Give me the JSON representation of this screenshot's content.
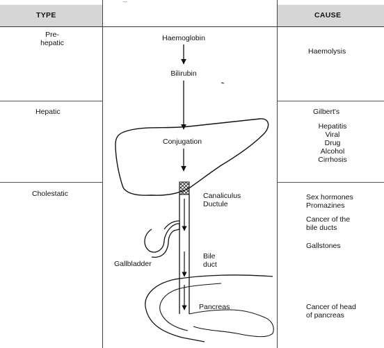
{
  "header": {
    "type_label": "TYPE",
    "cause_label": "CAUSE",
    "top_mark": "..."
  },
  "rows": [
    {
      "type": "Pre-\nhepatic",
      "causes": [
        "Haemolysis"
      ]
    },
    {
      "type": "Hepatic",
      "causes": [
        "Gilbert's",
        "Hepatitis\nViral\nDrug\nAlcohol\nCirrhosis"
      ]
    },
    {
      "type": "Cholestatic",
      "causes": [
        "Sex hormones\nPromazines",
        "Cancer of the\nbile ducts",
        "Gallstones",
        "Cancer of head\nof pancreas"
      ]
    }
  ],
  "diagram": {
    "haemoglobin": "Haemoglobin",
    "bilirubin": "Bilirubin",
    "conjugation": "Conjugation",
    "canaliculus": "Canaliculus\nDuctule",
    "gallbladder": "Gallbladder",
    "bile_duct": "Bile\nduct",
    "pancreas": "Pancreas"
  }
}
